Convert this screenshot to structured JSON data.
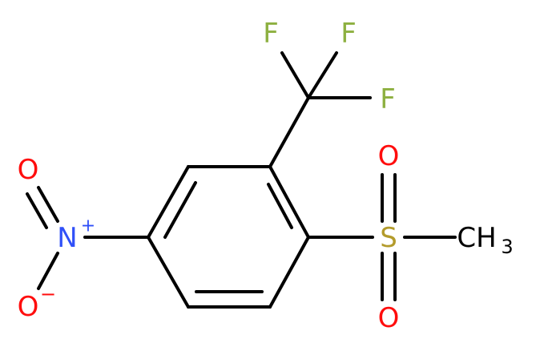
{
  "atoms": {
    "f1": "F",
    "f2": "F",
    "f3": "F",
    "s": "S",
    "o_s1": "O",
    "o_s2": "O",
    "ch3_c": "CH",
    "ch3_sub": "3",
    "n": "N",
    "n_charge": "+",
    "o_n1": "O",
    "o_n2": "O",
    "o_charge": "−"
  },
  "colors": {
    "fluorine": "#8db040",
    "oxygen": "#ff0d0d",
    "nitrogen": "#3050f8",
    "sulfur": "#b39b2b",
    "carbon": "#000000"
  }
}
